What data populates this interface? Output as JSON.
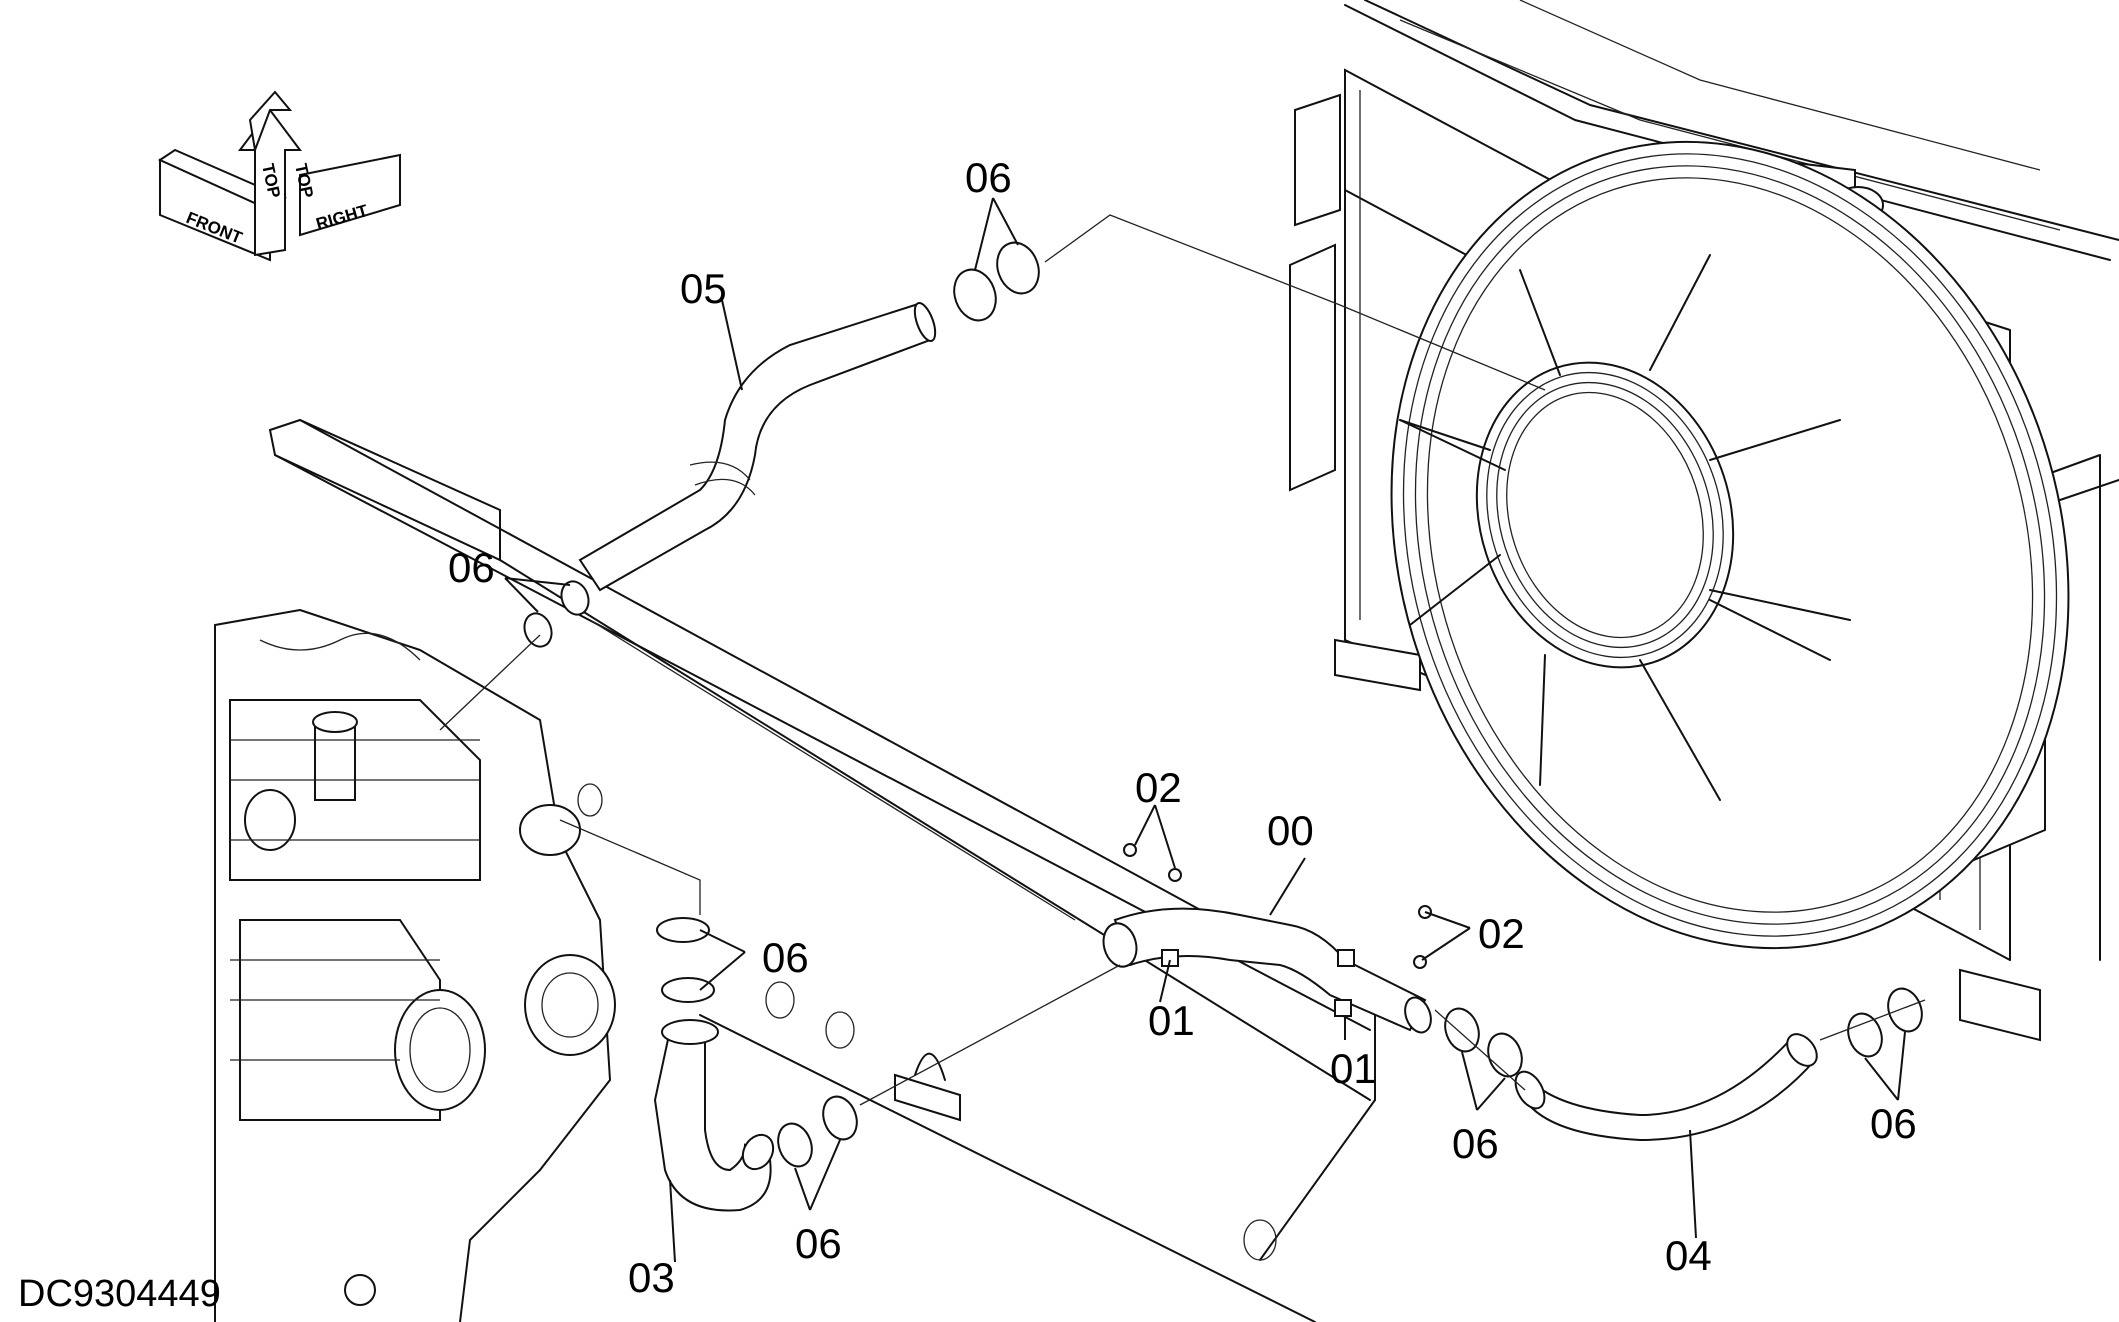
{
  "drawing_number": "DC9304449",
  "orientation": {
    "front": "FRONT",
    "top_left": "TOP",
    "top_right": "TOP",
    "right": "RIGHT"
  },
  "callouts": [
    {
      "id": "c-00",
      "text": "00"
    },
    {
      "id": "c-01a",
      "text": "01"
    },
    {
      "id": "c-01b",
      "text": "01"
    },
    {
      "id": "c-02a",
      "text": "02"
    },
    {
      "id": "c-02b",
      "text": "02"
    },
    {
      "id": "c-03",
      "text": "03"
    },
    {
      "id": "c-04",
      "text": "04"
    },
    {
      "id": "c-05",
      "text": "05"
    },
    {
      "id": "c-06a",
      "text": "06"
    },
    {
      "id": "c-06b",
      "text": "06"
    },
    {
      "id": "c-06c",
      "text": "06"
    },
    {
      "id": "c-06d",
      "text": "06"
    },
    {
      "id": "c-06e",
      "text": "06"
    },
    {
      "id": "c-06f",
      "text": "06"
    }
  ]
}
